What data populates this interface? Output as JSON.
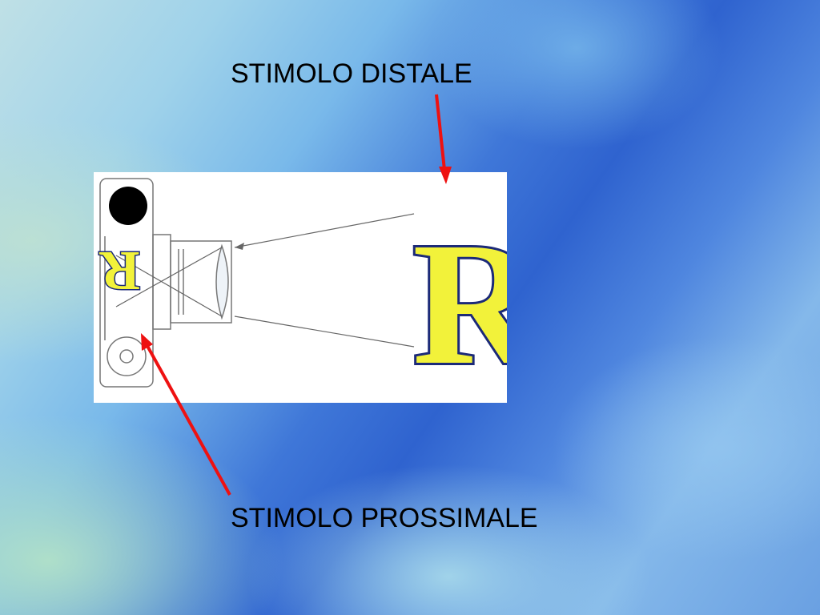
{
  "slide": {
    "labels": {
      "distal": "STIMOLO DISTALE",
      "proximal": "STIMOLO PROSSIMALE"
    },
    "diagram": {
      "object_letter": "R",
      "image_letter": "R"
    },
    "colors": {
      "arrow": "#ee1111",
      "letter_fill": "#f2f23a",
      "letter_outline": "#1c2a78",
      "diagram_line": "#777777"
    },
    "icons": {
      "camera": "camera-icon",
      "lens": "lens-icon"
    }
  }
}
